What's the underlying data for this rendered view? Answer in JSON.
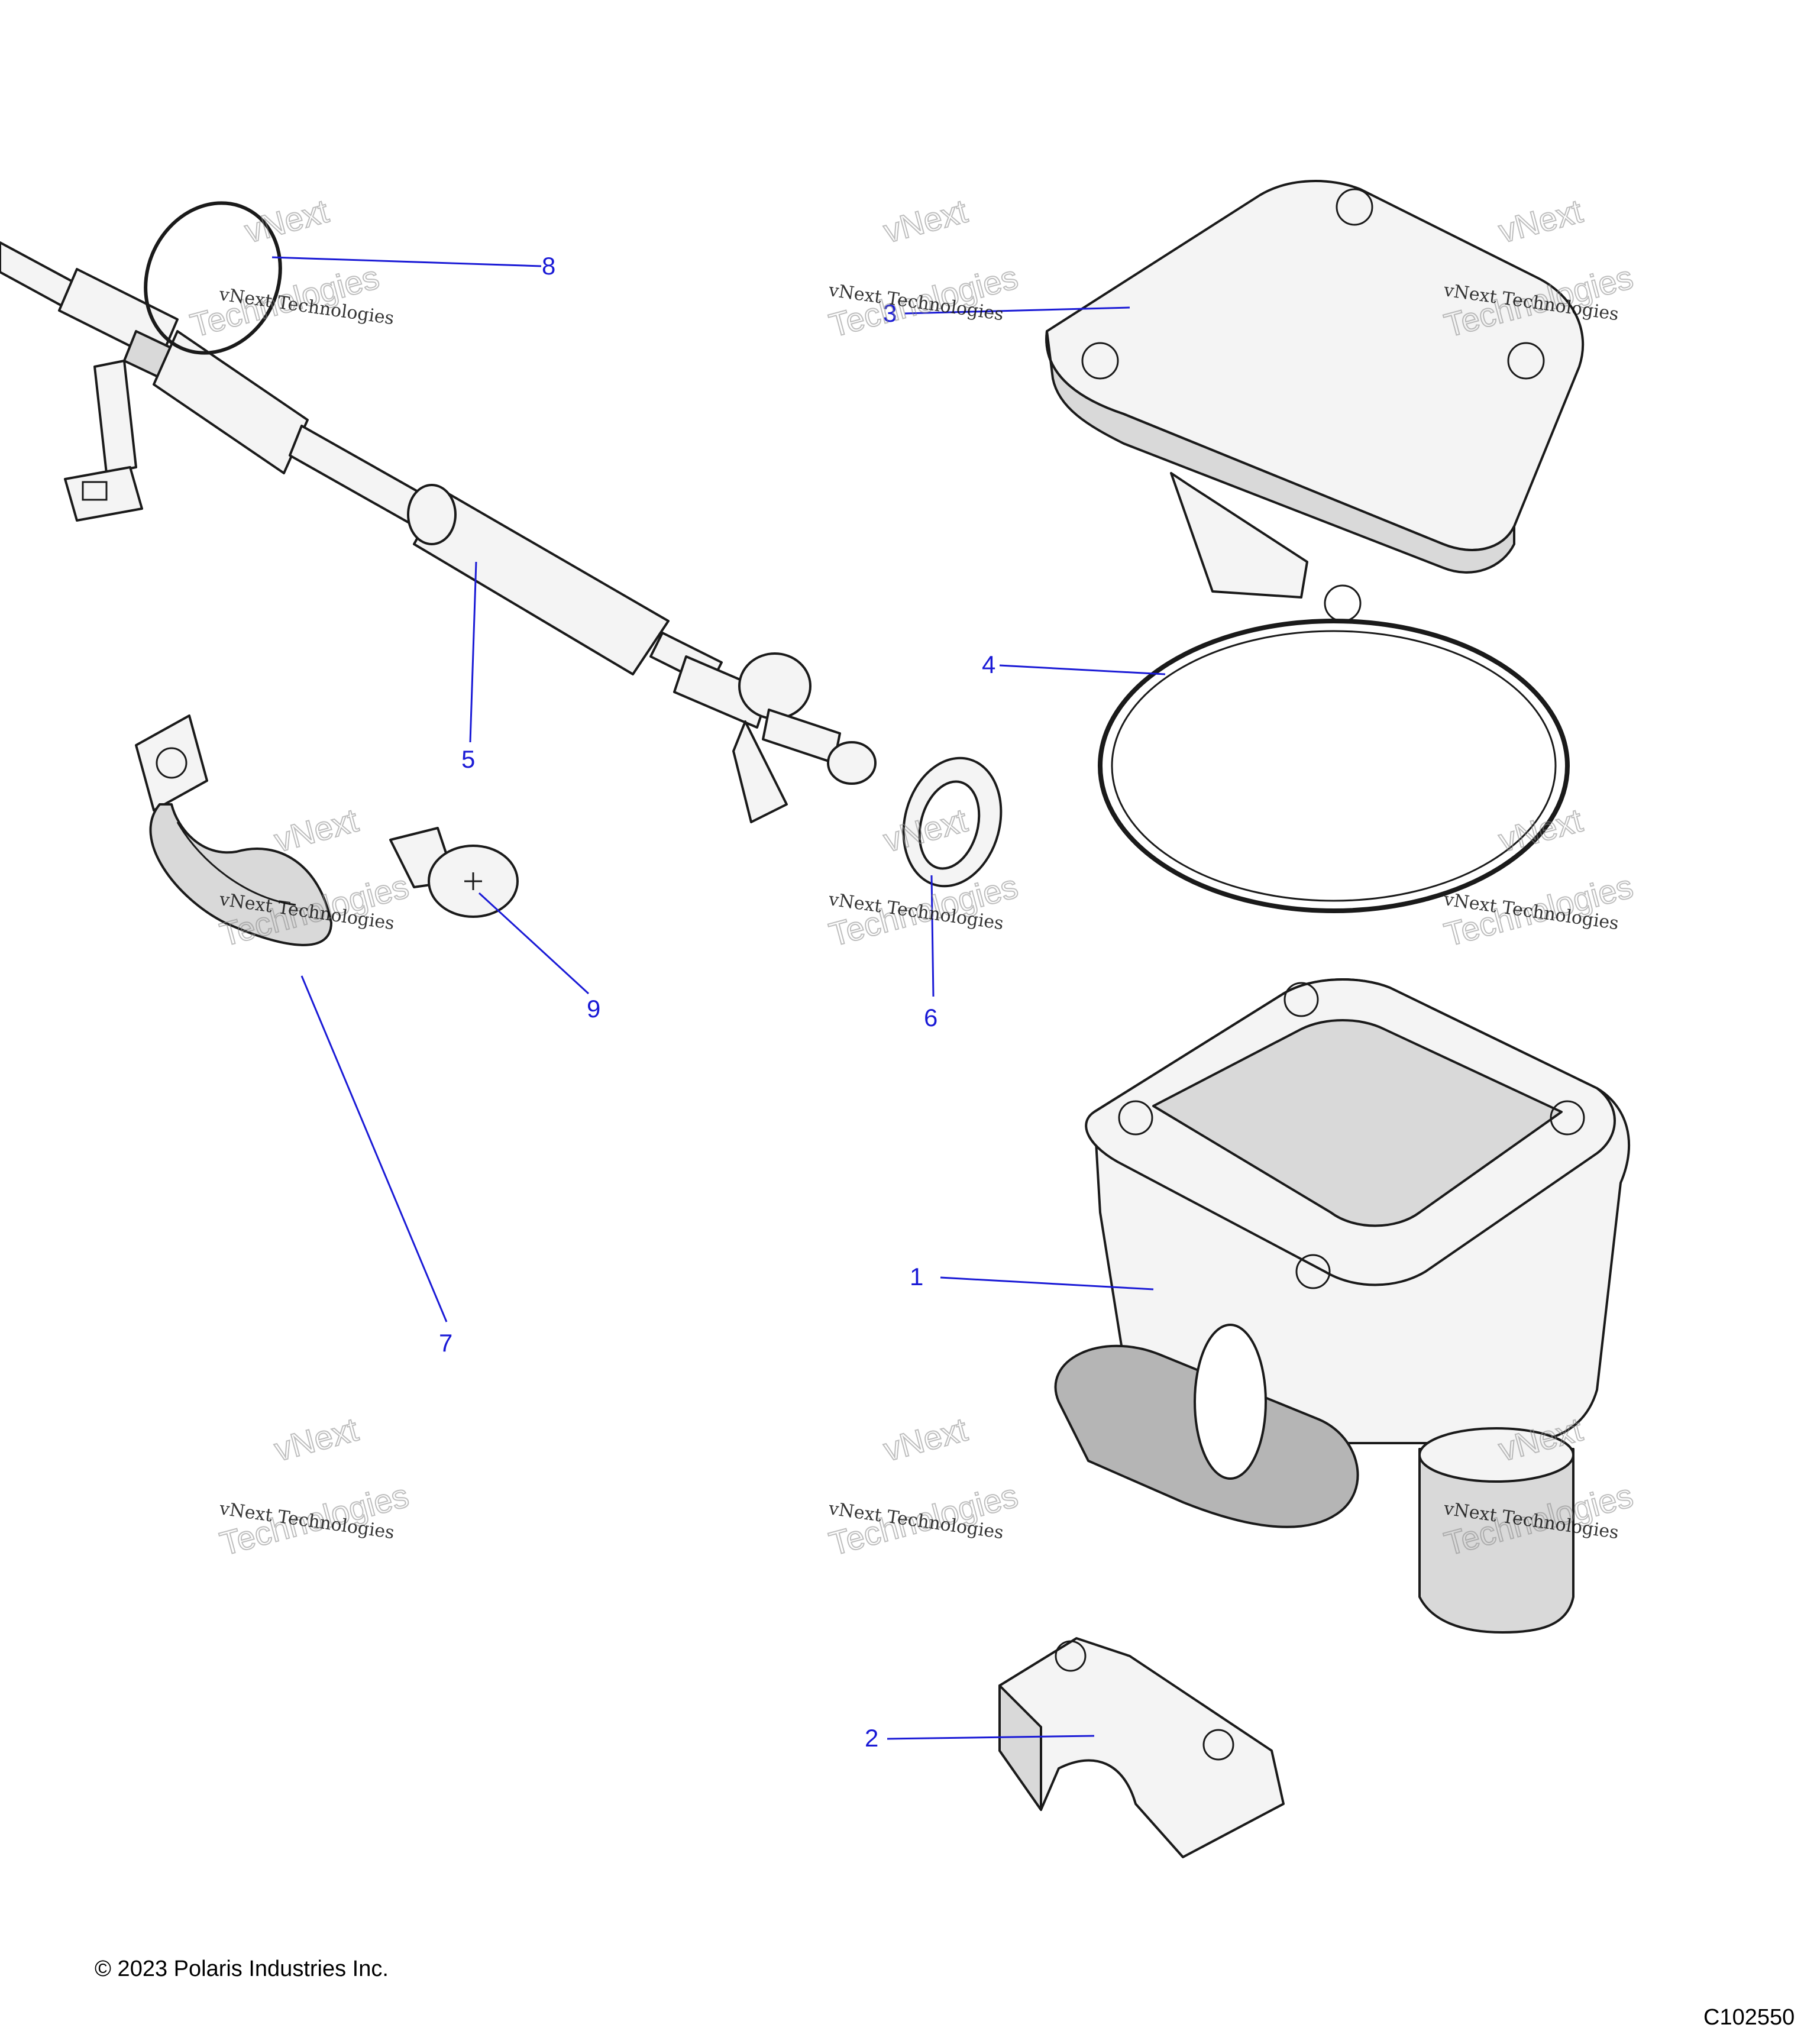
{
  "callouts": [
    {
      "number": "1"
    },
    {
      "number": "2"
    },
    {
      "number": "3"
    },
    {
      "number": "4"
    },
    {
      "number": "5"
    },
    {
      "number": "6"
    },
    {
      "number": "7"
    },
    {
      "number": "8"
    },
    {
      "number": "9"
    }
  ],
  "watermark": {
    "line1": "vNext Technologies",
    "line2": "vNext",
    "line3": "Technologies"
  },
  "footer": {
    "copyright": "© 2023 Polaris Industries Inc.",
    "figure_id": "C102550"
  },
  "colors": {
    "callout": "#1a1ad6",
    "line_art": "#1a1a1a"
  }
}
